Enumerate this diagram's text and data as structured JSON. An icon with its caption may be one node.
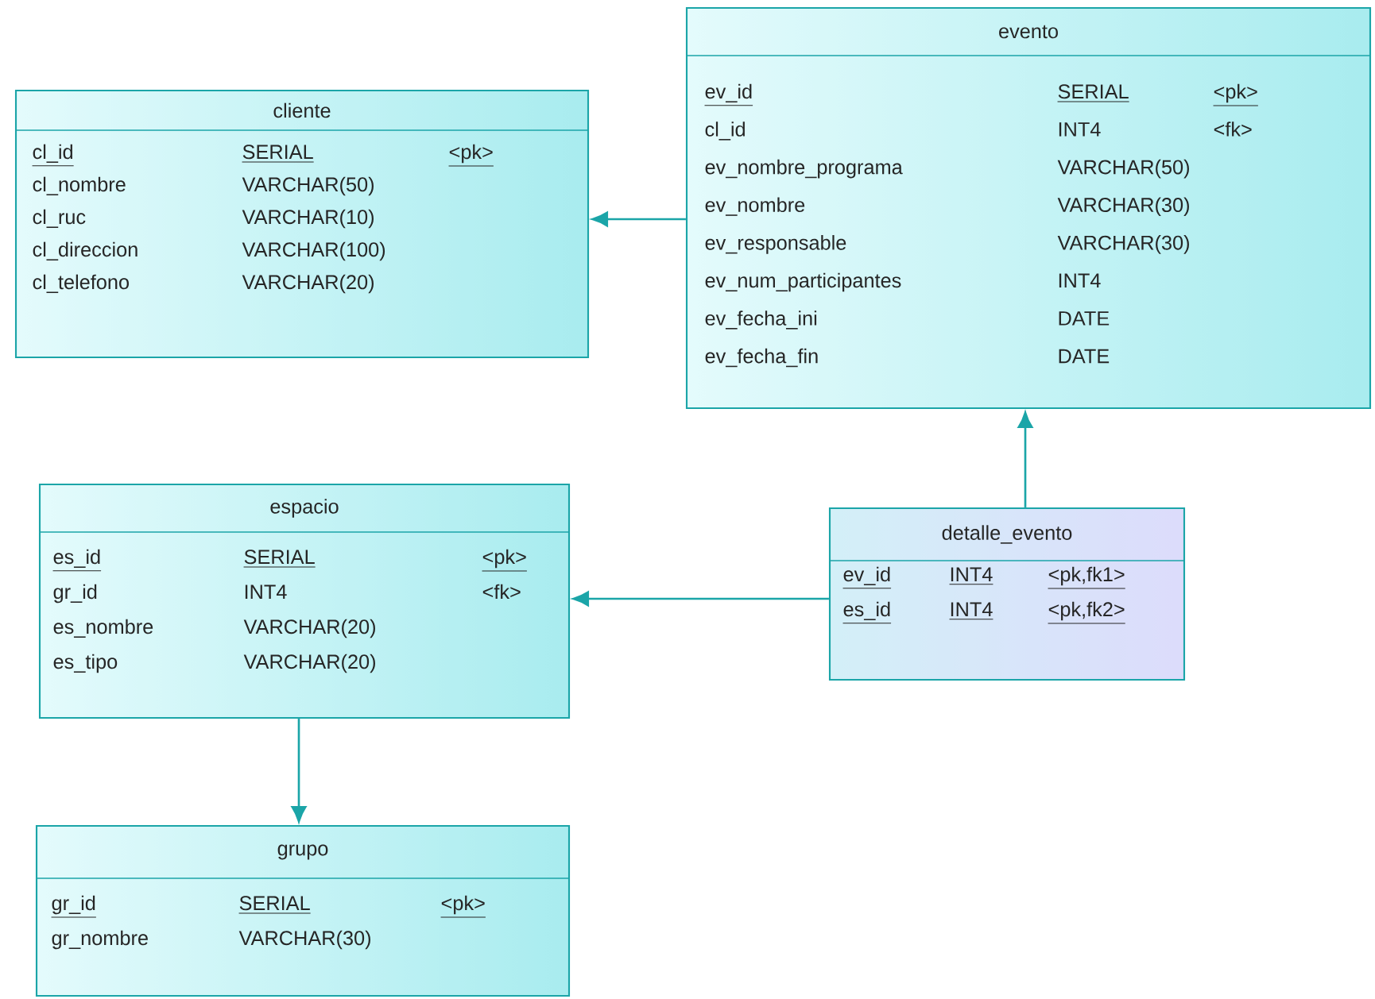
{
  "diagram": {
    "nodes": [
      {
        "text": [
          "cliente",
          "cl_id",
          "SERIAL",
          "<pk>",
          "cl_nombre",
          "VARCHAR(50)",
          "cl_ruc",
          "VARCHAR(10)",
          "cl_direccion",
          "VARCHAR(100)",
          "cl_telefono",
          "VARCHAR(20)"
        ]
      },
      {
        "text": [
          "evento",
          "ev_id",
          "SERIAL",
          "<pk>",
          "cl_id",
          "INT4",
          "<fk>",
          "ev_nombre_programa",
          "VARCHAR(50)",
          "ev_nombre",
          "VARCHAR(30)",
          "ev_responsable",
          "VARCHAR(30)",
          "ev_num_participantes",
          "INT4",
          "ev_fecha_ini",
          "DATE",
          "ev_fecha_fin",
          "DATE"
        ]
      },
      {
        "text": [
          "espacio",
          "es_id",
          "SERIAL",
          "<pk>",
          "gr_id",
          "INT4",
          "<fk>",
          "es_nombre",
          "VARCHAR(20)",
          "es_tipo",
          "VARCHAR(20)"
        ]
      },
      {
        "text": [
          "detalle_evento",
          "ev_id",
          "INT4",
          "<pk,fk1>",
          "es_id",
          "INT4",
          "<pk,fk2>"
        ]
      },
      {
        "text": [
          "grupo",
          "gr_id",
          "SERIAL",
          "<pk>",
          "gr_nombre",
          "VARCHAR(30)"
        ]
      }
    ],
    "edges": [
      {
        "from": 1,
        "to": 0,
        "arrow": "to"
      },
      {
        "from": 3,
        "to": 1,
        "arrow": "to"
      },
      {
        "from": 3,
        "to": 2,
        "arrow": "to"
      },
      {
        "from": 2,
        "to": 4,
        "arrow": "to"
      }
    ]
  }
}
